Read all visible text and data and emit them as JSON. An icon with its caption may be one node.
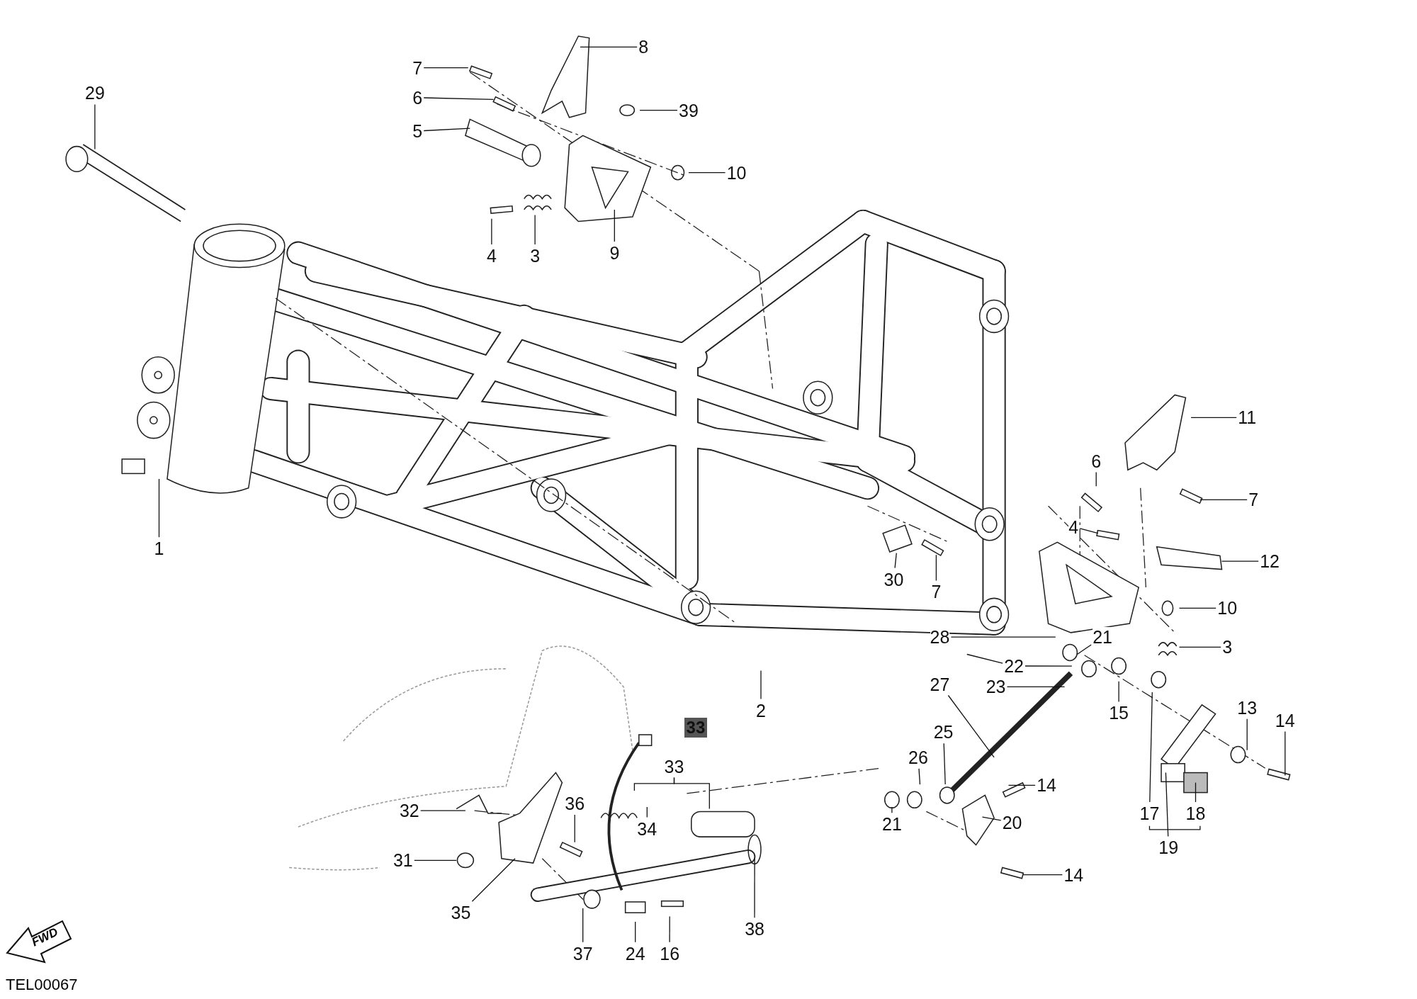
{
  "diagram": {
    "nodes": [
      {
        "text": [
          "29"
        ]
      },
      {
        "text": [
          "7"
        ]
      },
      {
        "text": [
          "8"
        ]
      },
      {
        "text": [
          "6"
        ]
      },
      {
        "text": [
          "39"
        ]
      },
      {
        "text": [
          "5"
        ]
      },
      {
        "text": [
          "10"
        ]
      },
      {
        "text": [
          "4"
        ]
      },
      {
        "text": [
          "3"
        ]
      },
      {
        "text": [
          "9"
        ]
      },
      {
        "text": [
          "11"
        ]
      },
      {
        "text": [
          "6"
        ]
      },
      {
        "text": [
          "7"
        ]
      },
      {
        "text": [
          "4"
        ]
      },
      {
        "text": [
          "12"
        ]
      },
      {
        "text": [
          "30"
        ]
      },
      {
        "text": [
          "7"
        ]
      },
      {
        "text": [
          "10"
        ]
      },
      {
        "text": [
          "28"
        ]
      },
      {
        "text": [
          "21"
        ]
      },
      {
        "text": [
          "3"
        ]
      },
      {
        "text": [
          "22"
        ]
      },
      {
        "text": [
          "27"
        ]
      },
      {
        "text": [
          "23"
        ]
      },
      {
        "text": [
          "15"
        ]
      },
      {
        "text": [
          "13"
        ]
      },
      {
        "text": [
          "14"
        ]
      },
      {
        "text": [
          "2"
        ]
      },
      {
        "text": [
          "33"
        ]
      },
      {
        "text": [
          "26"
        ]
      },
      {
        "text": [
          "25"
        ]
      },
      {
        "text": [
          "14"
        ]
      },
      {
        "text": [
          "36"
        ]
      },
      {
        "text": [
          "32"
        ]
      },
      {
        "text": [
          "20"
        ]
      },
      {
        "text": [
          "34"
        ]
      },
      {
        "text": [
          "17"
        ]
      },
      {
        "text": [
          "18"
        ]
      },
      {
        "text": [
          "19"
        ]
      },
      {
        "text": [
          "21"
        ]
      },
      {
        "text": [
          "31"
        ]
      },
      {
        "text": [
          "14"
        ]
      },
      {
        "text": [
          "35"
        ]
      },
      {
        "text": [
          "38"
        ]
      },
      {
        "text": [
          "37"
        ]
      },
      {
        "text": [
          "24"
        ]
      },
      {
        "text": [
          "16"
        ]
      },
      {
        "text": [
          "1"
        ]
      }
    ],
    "edges": [
      {
        "from": 0,
        "to": null,
        "arrow": "none"
      },
      {
        "from": 1,
        "to": null,
        "arrow": "none"
      },
      {
        "from": 2,
        "to": null,
        "arrow": "none"
      },
      {
        "from": 3,
        "to": null,
        "arrow": "none"
      },
      {
        "from": 4,
        "to": null,
        "arrow": "none"
      },
      {
        "from": 5,
        "to": null,
        "arrow": "none"
      },
      {
        "from": 6,
        "to": null,
        "arrow": "none"
      },
      {
        "from": 7,
        "to": null,
        "arrow": "none"
      },
      {
        "from": 8,
        "to": null,
        "arrow": "none"
      },
      {
        "from": 9,
        "to": null,
        "arrow": "none"
      },
      {
        "from": 10,
        "to": null,
        "arrow": "none"
      },
      {
        "from": 11,
        "to": null,
        "arrow": "none"
      },
      {
        "from": 12,
        "to": null,
        "arrow": "none"
      },
      {
        "from": 13,
        "to": null,
        "arrow": "none"
      },
      {
        "from": 14,
        "to": null,
        "arrow": "none"
      },
      {
        "from": 15,
        "to": null,
        "arrow": "none"
      },
      {
        "from": 16,
        "to": null,
        "arrow": "none"
      },
      {
        "from": 17,
        "to": null,
        "arrow": "none"
      },
      {
        "from": 18,
        "to": null,
        "arrow": "none"
      },
      {
        "from": 19,
        "to": null,
        "arrow": "none"
      },
      {
        "from": 20,
        "to": null,
        "arrow": "none"
      },
      {
        "from": 21,
        "to": null,
        "arrow": "none"
      },
      {
        "from": 21,
        "to": null,
        "arrow": "none"
      },
      {
        "from": 22,
        "to": null,
        "arrow": "none"
      },
      {
        "from": 23,
        "to": null,
        "arrow": "none"
      },
      {
        "from": 24,
        "to": null,
        "arrow": "none"
      },
      {
        "from": 25,
        "to": null,
        "arrow": "none"
      },
      {
        "from": 26,
        "to": null,
        "arrow": "none"
      },
      {
        "from": 27,
        "to": null,
        "arrow": "none"
      },
      {
        "from": 28,
        "to": null,
        "arrow": "none"
      },
      {
        "from": 28,
        "to": null,
        "arrow": "none"
      },
      {
        "from": 29,
        "to": null,
        "arrow": "none"
      },
      {
        "from": 30,
        "to": null,
        "arrow": "none"
      },
      {
        "from": 31,
        "to": null,
        "arrow": "none"
      },
      {
        "from": 32,
        "to": null,
        "arrow": "none"
      },
      {
        "from": 33,
        "to": null,
        "arrow": "none"
      },
      {
        "from": 34,
        "to": null,
        "arrow": "none"
      },
      {
        "from": 35,
        "to": null,
        "arrow": "none"
      },
      {
        "from": 36,
        "to": null,
        "arrow": "none"
      },
      {
        "from": 37,
        "to": null,
        "arrow": "none"
      },
      {
        "from": 38,
        "to": null,
        "arrow": "none"
      },
      {
        "from": 39,
        "to": null,
        "arrow": "none"
      },
      {
        "from": 40,
        "to": null,
        "arrow": "none"
      },
      {
        "from": 41,
        "to": null,
        "arrow": "none"
      },
      {
        "from": 42,
        "to": null,
        "arrow": "none"
      },
      {
        "from": 43,
        "to": null,
        "arrow": "none"
      },
      {
        "from": 44,
        "to": null,
        "arrow": "none"
      },
      {
        "from": 45,
        "to": null,
        "arrow": "none"
      },
      {
        "from": 46,
        "to": null,
        "arrow": "none"
      },
      {
        "from": 47,
        "to": null,
        "arrow": "none"
      }
    ],
    "labels": [
      "33",
      "FWD",
      "TEL00067"
    ]
  }
}
